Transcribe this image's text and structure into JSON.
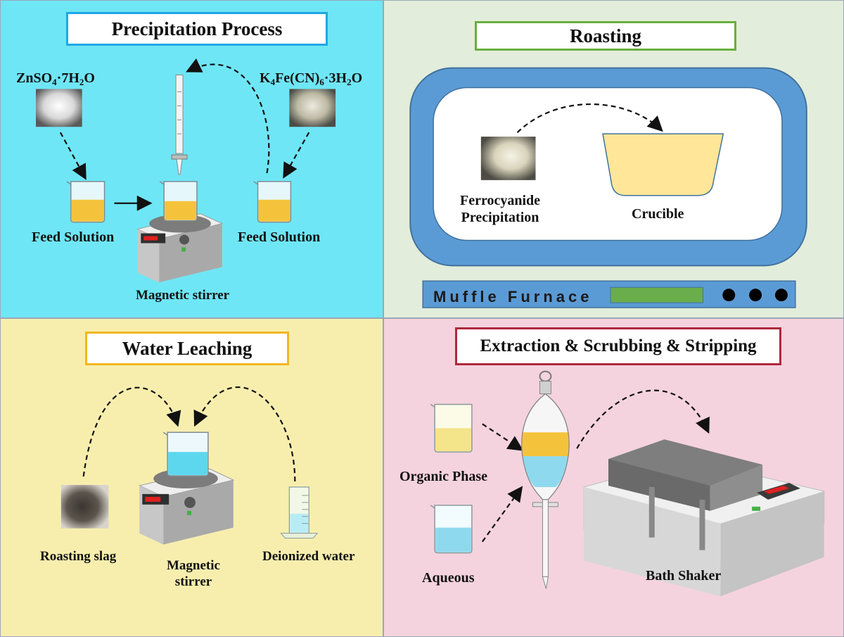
{
  "panels": {
    "precipitation": {
      "title": "Precipitation Process",
      "reagent_left": "ZnSO₄·7H₂O",
      "reagent_right": "K₄Fe(CN)₆·3H₂O",
      "feed_left": "Feed Solution",
      "feed_right": "Feed Solution",
      "stirrer": "Magnetic stirrer"
    },
    "roasting": {
      "title": "Roasting",
      "precipitate": "Ferrocyanide\nPrecipitation",
      "crucible": "Crucible",
      "furnace": "Muffle Furnace"
    },
    "leaching": {
      "title": "Water Leaching",
      "slag": "Roasting slag",
      "stirrer": "Magnetic\nstirrer",
      "water": "Deionized water"
    },
    "extraction": {
      "title": "Extraction & Scrubbing & Stripping",
      "organic": "Organic Phase",
      "aqueous": "Aqueous",
      "shaker": "Bath Shaker"
    }
  },
  "colors": {
    "precipitation_bg": "#6FE6F5",
    "roasting_bg": "#E2EDDB",
    "leaching_bg": "#F7EEAE",
    "extraction_bg": "#F4D3DE",
    "precipitation_title_border": "#1FA7E6",
    "roasting_title_border": "#6AAF3D",
    "leaching_title_border": "#F2B722",
    "extraction_title_border": "#B0283C",
    "yellow_liquid": "#F5C33B",
    "blue_liquid": "#5DD7EE",
    "furnace_blue": "#5B9BD5",
    "furnace_lamp": "#6AAE4B",
    "crucible": "#FFE699"
  }
}
